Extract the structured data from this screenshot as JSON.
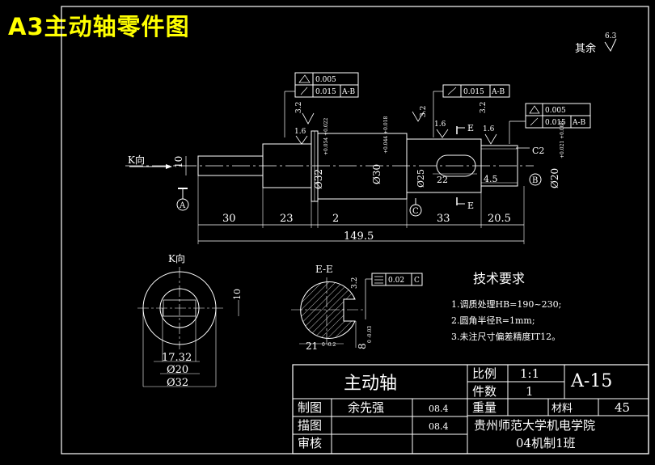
{
  "header": {
    "title": "A3主动轴零件图"
  },
  "surface_finish": {
    "remaining_label": "其余",
    "remaining_value": "6.3"
  },
  "view_labels": {
    "k_arrow": "K向",
    "k_view": "K向",
    "section": "E-E",
    "section_mark_top": "E",
    "section_mark_bottom": "E"
  },
  "datums": {
    "a": "A",
    "b": "B",
    "c": "C"
  },
  "chamfer": "C2",
  "tolerance_frames": {
    "left": {
      "row1": "0.005",
      "row2": "0.015",
      "ref2": "A-B"
    },
    "middle": {
      "value": "0.015",
      "ref": "A-B"
    },
    "right": {
      "row1": "0.005",
      "row2": "0.015",
      "ref2": "A-B"
    },
    "section": {
      "value": "0.02",
      "ref": "C"
    }
  },
  "roughness": {
    "r1": "3.2",
    "r2": "1.6",
    "r3": "3.2",
    "r4": "1.6",
    "r5": "1.6",
    "r6": "3.2"
  },
  "dimensions": {
    "d_left_end": "10",
    "d_shaft_32": "Ø32",
    "d_shaft_32_tol": "+0.054 +0.022",
    "d_shaft_30": "Ø30",
    "d_shaft_30_tol": "+0.044 +0.018",
    "d_shaft_25": "Ø25",
    "d_shaft_20": "Ø20",
    "d_shaft_20_tol": "+0.021 +0.008",
    "key_len": "22",
    "groove": "4.5",
    "len_30": "30",
    "len_23": "23",
    "len_2": "2",
    "len_33": "33",
    "len_20_5": "20.5",
    "total": "149.5",
    "k_17_32": "17.32",
    "k_d20": "Ø20",
    "k_d32": "Ø32",
    "k_10": "10",
    "s_21": "21",
    "s_21_tol": "0 -0.2",
    "s_8": "8",
    "s_8_tol": "0 -0.03"
  },
  "tech_requirements": {
    "title": "技术要求",
    "items": [
      "1.调质处理HB=190~230;",
      "2.圆角半径R=1mm;",
      "3.未注尺寸偏差精度IT12。"
    ]
  },
  "title_block": {
    "part_name": "主动轴",
    "scale_label": "比例",
    "scale_value": "1:1",
    "qty_label": "件数",
    "qty_value": "1",
    "drawing_no": "A-15",
    "drawn_label": "制图",
    "drawn_by": "余先强",
    "drawn_date": "08.4",
    "weight_label": "重量",
    "material_label": "材料",
    "material_value": "45",
    "traced_label": "描图",
    "traced_date": "08.4",
    "check_label": "审核",
    "school": "贵州师范大学机电学院",
    "class_name": "04机制1班"
  }
}
